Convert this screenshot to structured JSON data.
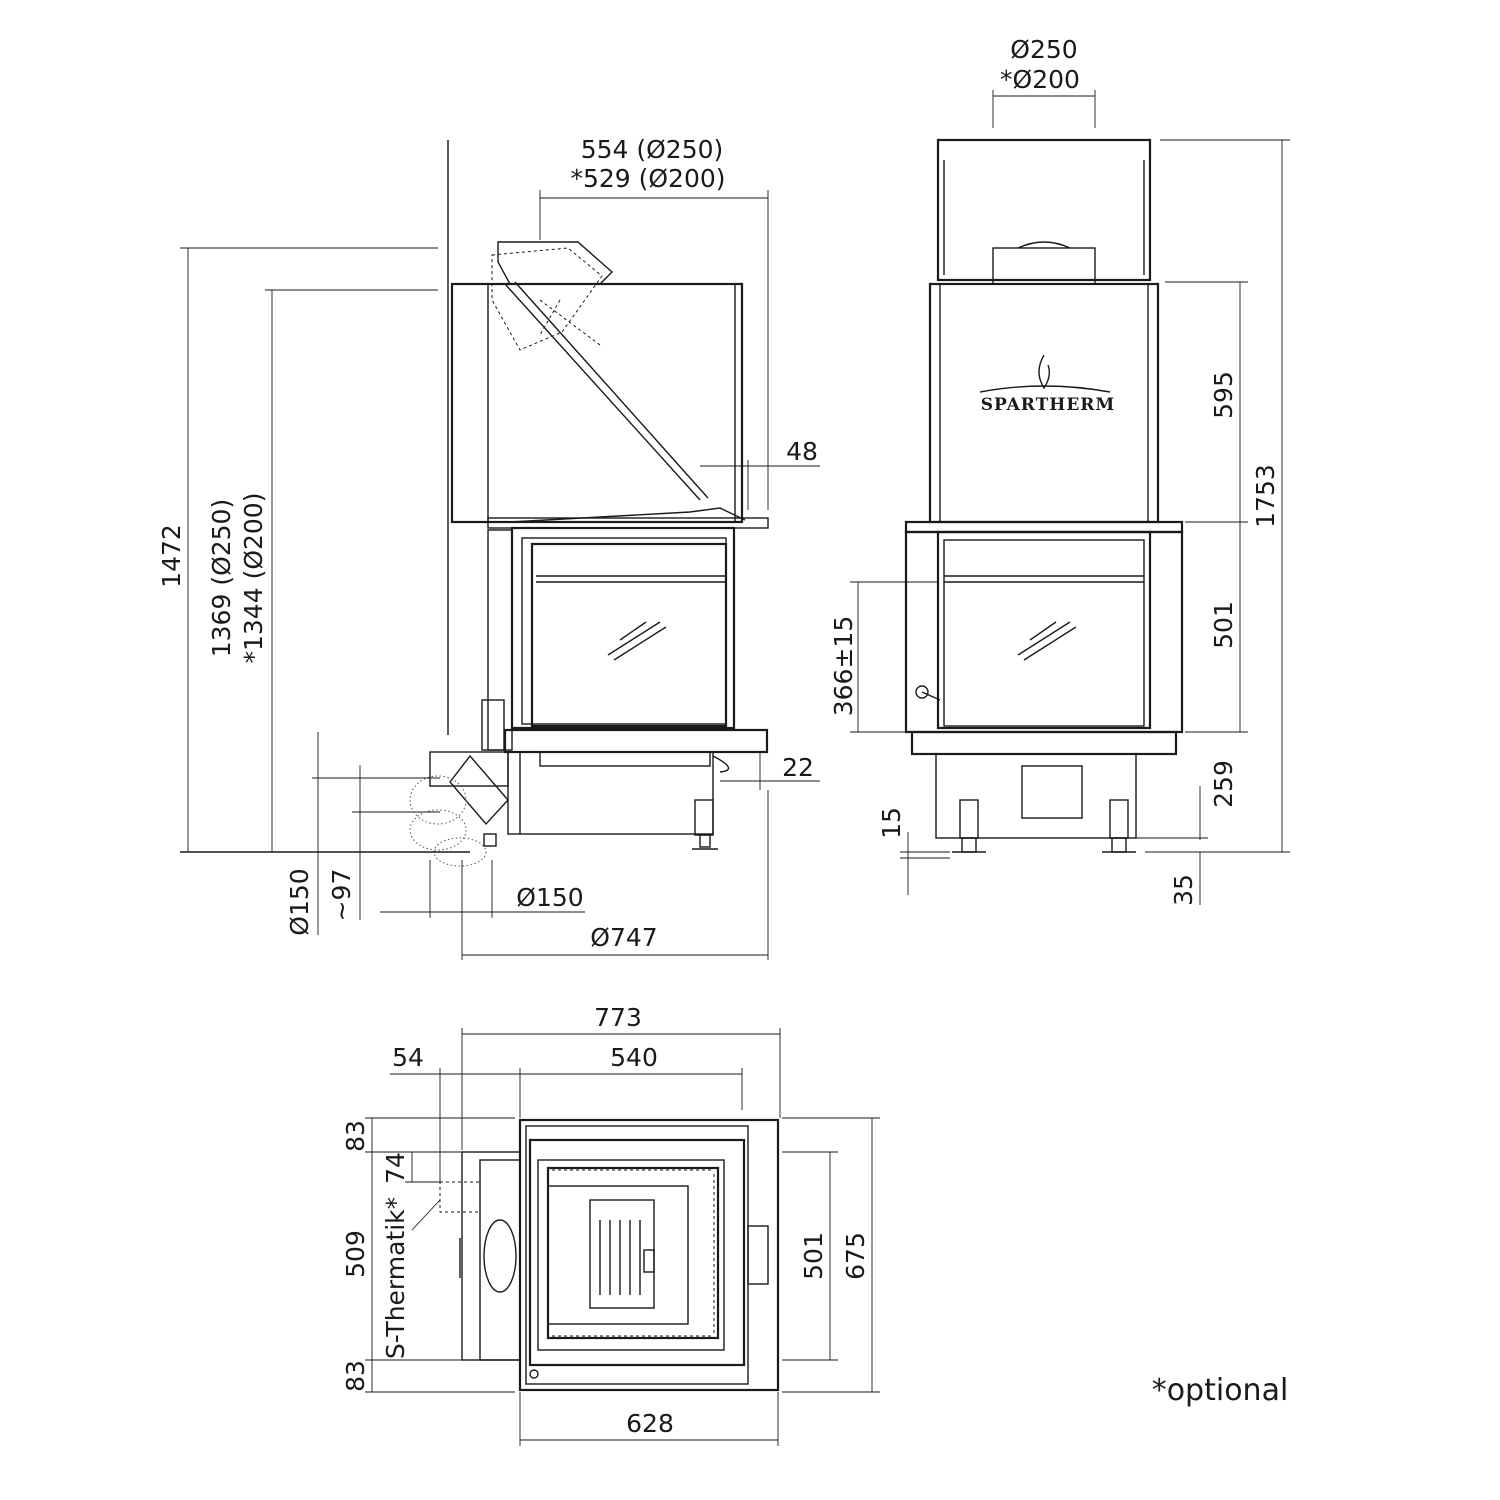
{
  "side_view": {
    "flue_width": "554 (Ø250)",
    "flue_width_opt": "*529 (Ø200)",
    "total_height": "1472",
    "outlet_height": "1369 (Ø250)",
    "outlet_height_opt": "*1344 (Ø200)",
    "offset_top": "48",
    "offset_bottom": "22",
    "inlet_dia_left": "Ø150",
    "inlet_offset": "~97",
    "inlet_dia_bottom": "Ø150",
    "depth": "Ø747"
  },
  "front_view": {
    "flue_dia": "Ø250",
    "flue_dia_opt": "*Ø200",
    "upper_height": "595",
    "total_height": "1753",
    "door_height": "501",
    "door_center": "366±15",
    "base_height": "259",
    "foot_15": "15",
    "foot_35": "35",
    "brand_name": "SPARTHERM"
  },
  "plan_view": {
    "total_width": "773",
    "left_offset": "54",
    "door_width": "540",
    "top_margin": "83",
    "thermatik_offset": "74",
    "thermatik_label": "S-Thermatik*",
    "inner_depth": "509",
    "bottom_margin": "83",
    "glass_depth": "501",
    "total_depth": "675",
    "bottom_width": "628"
  },
  "footnote": "*optional"
}
